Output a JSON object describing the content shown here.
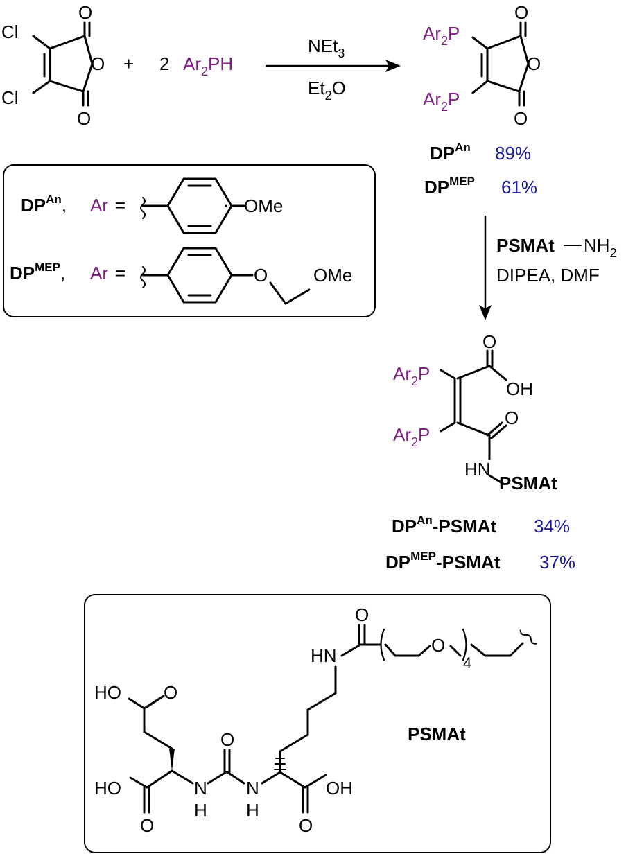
{
  "colors": {
    "ar_purple": "#7f1f86",
    "yield_blue": "#1a1a99"
  },
  "reactants": {
    "cl_top": "Cl",
    "cl_bottom": "Cl",
    "anhydride_o_top": "O",
    "anhydride_o_ring": "O",
    "anhydride_o_bottom": "O",
    "plus": "+",
    "coefficient": "2",
    "phosphine_ar": "Ar",
    "phosphine_sub": "2",
    "phosphine_ph": "PH"
  },
  "step1": {
    "reagent_top_main": "NEt",
    "reagent_top_sub": "3",
    "reagent_bottom_main": "Et",
    "reagent_bottom_sub": "2",
    "reagent_bottom_tail": "O"
  },
  "product1": {
    "ar_top": "Ar",
    "ar_top_sub": "2",
    "p_top": "P",
    "ar_bottom": "Ar",
    "ar_bottom_sub": "2",
    "p_bottom": "P",
    "o_top": "O",
    "o_ring": "O",
    "o_bottom": "O",
    "dp": "DP",
    "an": "An",
    "yield_an": "89%",
    "mep": "MEP",
    "yield_mep": "61%"
  },
  "legend_box": {
    "dp": "DP",
    "an": "An",
    "mep": "MEP",
    "comma": ",",
    "ar_label": "Ar",
    "equals": "=",
    "ome_an": "OMe",
    "o_mep": "O",
    "ome_mep": "OMe"
  },
  "step2": {
    "psmat": "PSMAt",
    "nh": "NH",
    "nh_sub": "2",
    "conditions": "DIPEA, DMF"
  },
  "product2": {
    "ar_top": "Ar",
    "ar_top_sub": "2",
    "p_top": "P",
    "ar_bottom": "Ar",
    "ar_bottom_sub": "2",
    "p_bottom": "P",
    "o_acid": "O",
    "oh": "OH",
    "o_amide": "O",
    "hn": "HN",
    "psmat": "PSMAt",
    "dp": "DP",
    "an": "An",
    "suffix": "-PSMAt",
    "yield_an": "34%",
    "mep": "MEP",
    "yield_mep": "37%"
  },
  "psmat_box": {
    "o_amide": "O",
    "hn": "HN",
    "o_peg": "O",
    "repeat": "4",
    "ho_top": "HO",
    "o_top": "O",
    "ho_left": "HO",
    "o_left": "O",
    "n1": "N",
    "h1": "H",
    "o_urea": "O",
    "n2": "N",
    "h2": "H",
    "oh_right": "OH",
    "o_right": "O",
    "label": "PSMAt"
  }
}
